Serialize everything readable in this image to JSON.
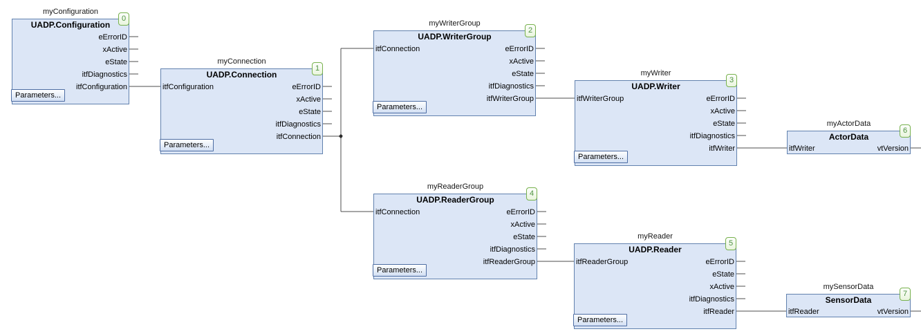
{
  "diagram": {
    "description_colors": {
      "block_fill": "#dce6f6",
      "block_border": "#6181ae",
      "wire": "#4c4c4c",
      "badge_border": "#77b14d",
      "badge_text": "#4e9240",
      "button_border": "#4d6da3"
    },
    "blocks": [
      {
        "instance": "myConfiguration",
        "type": "UADP.Configuration",
        "exec_order": "0",
        "input": null,
        "outputs": [
          "eErrorID",
          "xActive",
          "eState",
          "itfDiagnostics",
          "itfConfiguration"
        ],
        "button": "Parameters..."
      },
      {
        "instance": "myConnection",
        "type": "UADP.Connection",
        "exec_order": "1",
        "input": "itfConfiguration",
        "outputs": [
          "eErrorID",
          "xActive",
          "eState",
          "itfDiagnostics",
          "itfConnection"
        ],
        "button": "Parameters..."
      },
      {
        "instance": "myWriterGroup",
        "type": "UADP.WriterGroup",
        "exec_order": "2",
        "input": "itfConnection",
        "outputs": [
          "eErrorID",
          "xActive",
          "eState",
          "itfDiagnostics",
          "itfWriterGroup"
        ],
        "button": "Parameters..."
      },
      {
        "instance": "myWriter",
        "type": "UADP.Writer",
        "exec_order": "3",
        "input": "itfWriterGroup",
        "outputs": [
          "eErrorID",
          "xActive",
          "eState",
          "itfDiagnostics",
          "itfWriter"
        ],
        "button": "Parameters..."
      },
      {
        "instance": "myActorData",
        "type": "ActorData",
        "exec_order": "6",
        "input": "itfWriter",
        "outputs": [
          "vtVersion"
        ],
        "button": null
      },
      {
        "instance": "myReaderGroup",
        "type": "UADP.ReaderGroup",
        "exec_order": "4",
        "input": "itfConnection",
        "outputs": [
          "eErrorID",
          "xActive",
          "eState",
          "itfDiagnostics",
          "itfReaderGroup"
        ],
        "button": "Parameters..."
      },
      {
        "instance": "myReader",
        "type": "UADP.Reader",
        "exec_order": "5",
        "input": "itfReaderGroup",
        "outputs": [
          "eErrorID",
          "eState",
          "xActive",
          "itfDiagnostics",
          "itfReader"
        ],
        "button": "Parameters..."
      },
      {
        "instance": "mySensorData",
        "type": "SensorData",
        "exec_order": "7",
        "input": "itfReader",
        "outputs": [
          "vtVersion"
        ],
        "button": null
      }
    ]
  }
}
